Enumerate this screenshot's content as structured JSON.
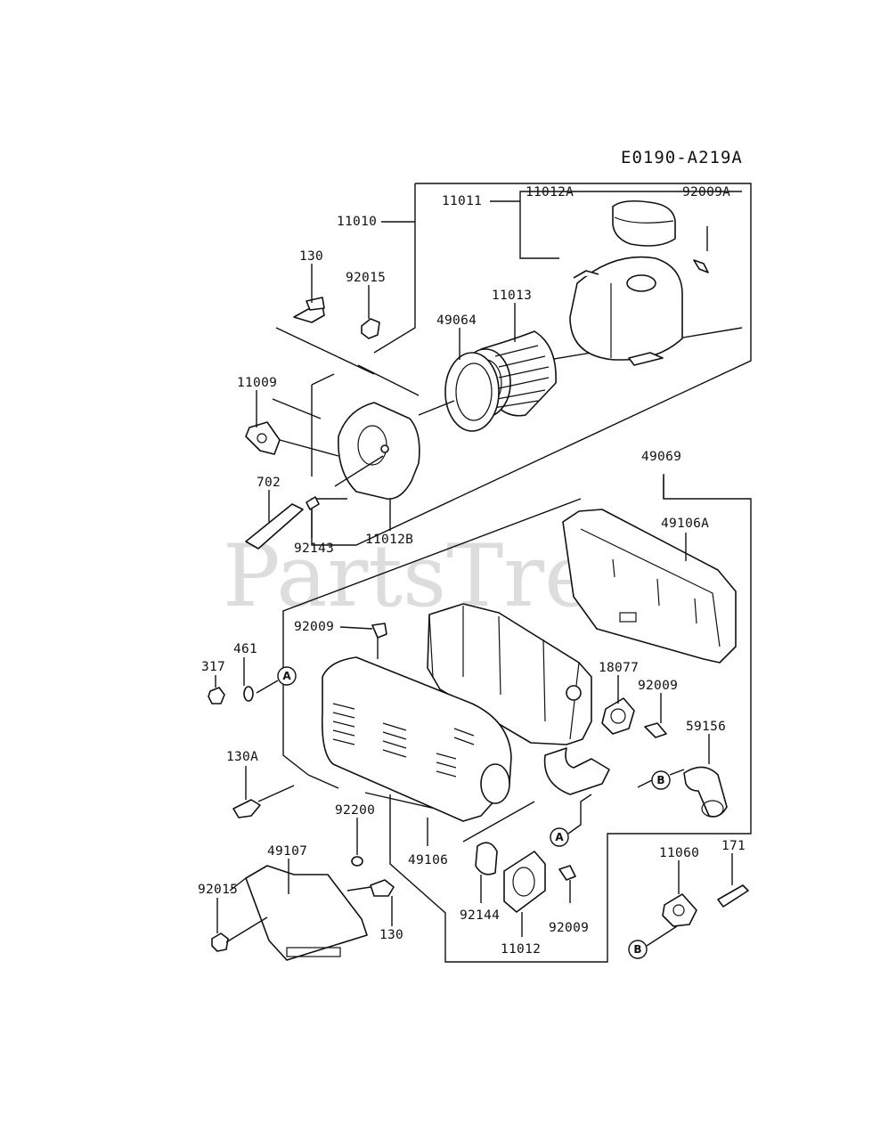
{
  "diagram_code": "E0190-A219A",
  "watermark": "PartsTree",
  "watermark_tm": "™",
  "callout_a": "A",
  "callout_b": "B",
  "parts": {
    "p11010": "11010",
    "p11011": "11011",
    "p11012A": "11012A",
    "p92009A": "92009A",
    "p130_top": "130",
    "p92015_top": "92015",
    "p11013": "11013",
    "p49064": "49064",
    "p11009": "11009",
    "p702": "702",
    "p92143": "92143",
    "p11012B": "11012B",
    "p49069": "49069",
    "p49106A": "49106A",
    "p92009_mid": "92009",
    "p461": "461",
    "p317": "317",
    "p18077": "18077",
    "p92009_right": "92009",
    "p59156": "59156",
    "p130A": "130A",
    "p92200": "92200",
    "p49107": "49107",
    "p49106": "49106",
    "p92015_bottom": "92015",
    "p130_bottom": "130",
    "p92144": "92144",
    "p11012": "11012",
    "p92009_bottom": "92009",
    "p11060": "11060",
    "p171": "171"
  }
}
